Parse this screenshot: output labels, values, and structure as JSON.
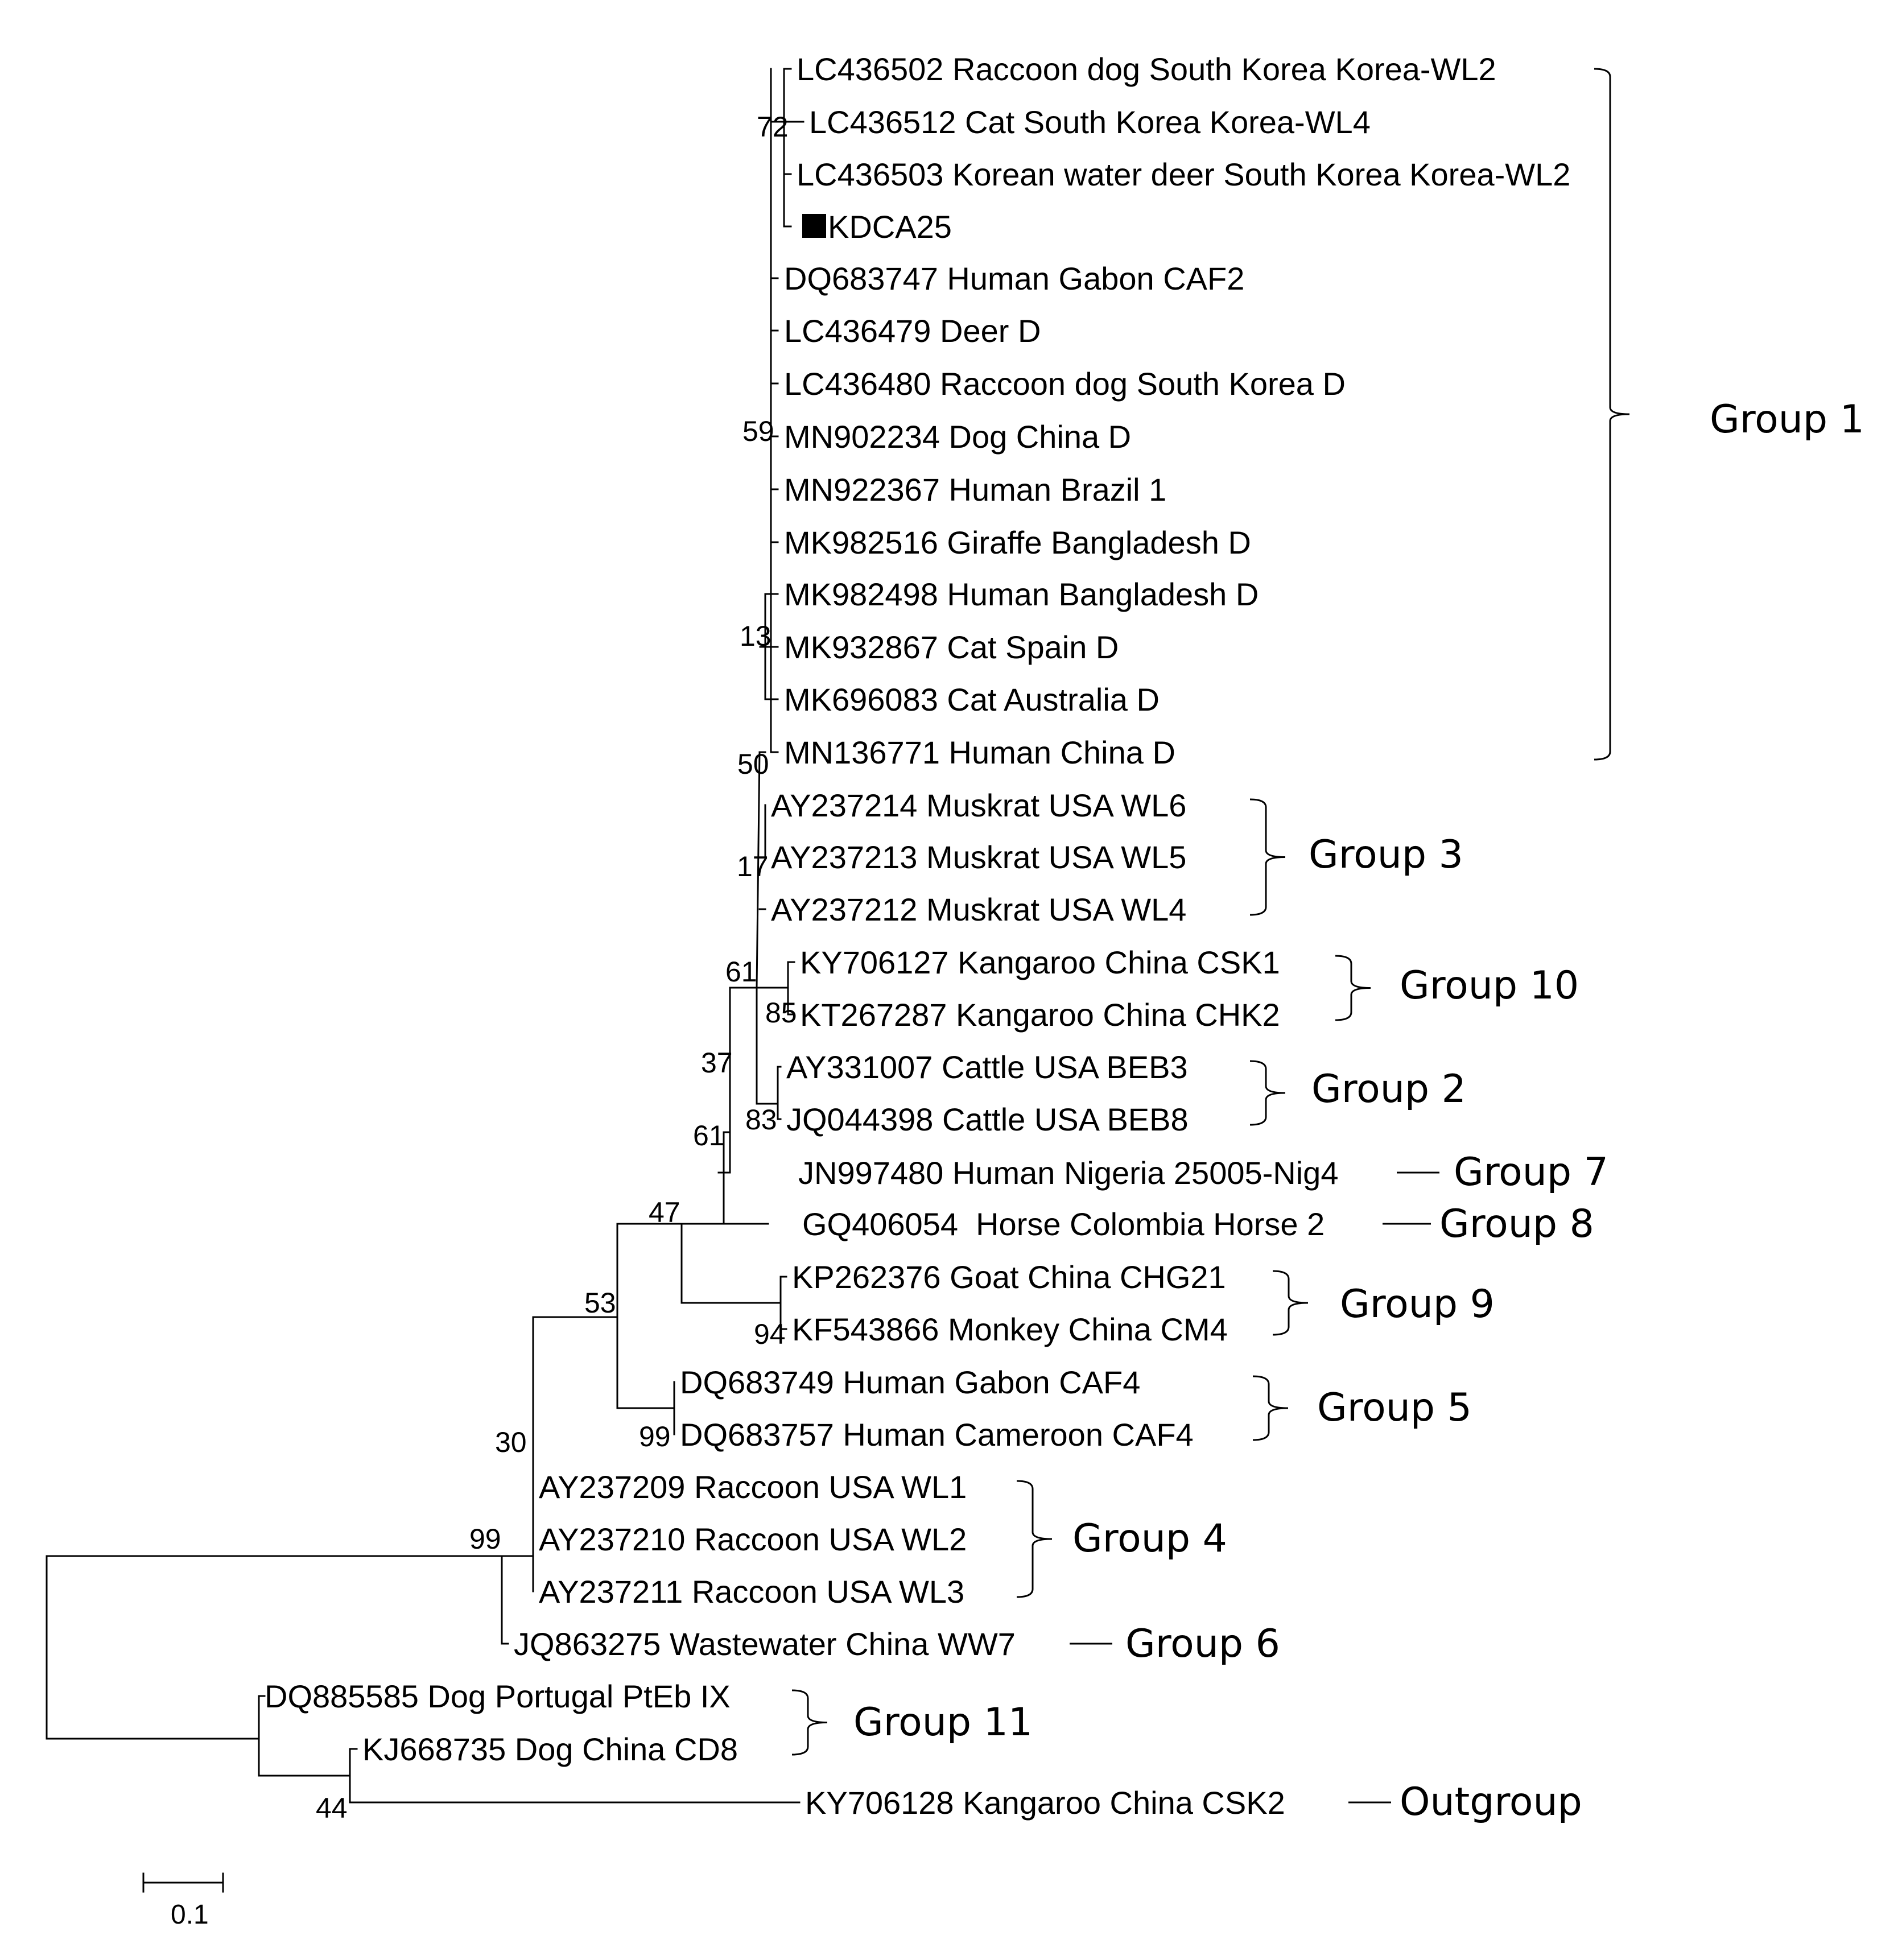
{
  "leaves": [
    {
      "label": "LC436502 Raccoon dog South Korea Korea-WL2"
    },
    {
      "label": "LC436512 Cat South Korea Korea-WL4"
    },
    {
      "label": "LC436503 Korean water deer South Korea Korea-WL2"
    },
    {
      "label": "KDCA25",
      "marker": "black-square"
    },
    {
      "label": "DQ683747 Human Gabon CAF2"
    },
    {
      "label": "LC436479 Deer D"
    },
    {
      "label": "LC436480 Raccoon dog South Korea D"
    },
    {
      "label": "MN902234 Dog China D"
    },
    {
      "label": "MN922367 Human Brazil 1"
    },
    {
      "label": "MK982516 Giraffe Bangladesh D"
    },
    {
      "label": "MK982498 Human Bangladesh D"
    },
    {
      "label": "MK932867 Cat Spain D"
    },
    {
      "label": "MK696083 Cat Australia D"
    },
    {
      "label": "MN136771 Human China D"
    },
    {
      "label": "AY237214 Muskrat USA WL6"
    },
    {
      "label": "AY237213 Muskrat USA WL5"
    },
    {
      "label": "AY237212 Muskrat USA WL4"
    },
    {
      "label": "KY706127 Kangaroo China CSK1"
    },
    {
      "label": "KT267287 Kangaroo China CHK2"
    },
    {
      "label": "AY331007 Cattle USA BEB3"
    },
    {
      "label": "JQ044398 Cattle USA BEB8"
    },
    {
      "label": "JN997480 Human Nigeria 25005-Nig4"
    },
    {
      "label": "GQ406054  Horse Colombia Horse 2"
    },
    {
      "label": "KP262376 Goat China CHG21"
    },
    {
      "label": "KF543866 Monkey China CM4"
    },
    {
      "label": "DQ683749 Human Gabon CAF4"
    },
    {
      "label": "DQ683757 Human Cameroon CAF4"
    },
    {
      "label": "AY237209 Raccoon USA WL1"
    },
    {
      "label": "AY237210 Raccoon USA WL2"
    },
    {
      "label": "AY237211 Raccoon USA WL3"
    },
    {
      "label": "JQ863275 Wastewater China WW7"
    },
    {
      "label": "DQ885585 Dog Portugal PtEb IX"
    },
    {
      "label": "KJ668735 Dog China CD8"
    },
    {
      "label": "KY706128 Kangaroo China CSK2"
    }
  ],
  "bootstrap": [
    "72",
    "59",
    "13",
    "50",
    "17",
    "61",
    "85",
    "37",
    "83",
    "61",
    "47",
    "94",
    "53",
    "99",
    "30",
    "99",
    "44"
  ],
  "groups": [
    {
      "name": "Group 1",
      "first_leaf": 0,
      "last_leaf": 13
    },
    {
      "name": "Group 3",
      "first_leaf": 14,
      "last_leaf": 16
    },
    {
      "name": "Group 10",
      "first_leaf": 17,
      "last_leaf": 18
    },
    {
      "name": "Group 2",
      "first_leaf": 19,
      "last_leaf": 20
    },
    {
      "name": "Group 7",
      "first_leaf": 21,
      "last_leaf": 21
    },
    {
      "name": "Group 8",
      "first_leaf": 22,
      "last_leaf": 22
    },
    {
      "name": "Group 9",
      "first_leaf": 23,
      "last_leaf": 24
    },
    {
      "name": "Group 5",
      "first_leaf": 25,
      "last_leaf": 26
    },
    {
      "name": "Group 4",
      "first_leaf": 27,
      "last_leaf": 29
    },
    {
      "name": "Group 6",
      "first_leaf": 30,
      "last_leaf": 30
    },
    {
      "name": "Group 11",
      "first_leaf": 31,
      "last_leaf": 32
    },
    {
      "name": "Outgroup",
      "first_leaf": 33,
      "last_leaf": 33
    }
  ],
  "scale": {
    "label": "0.1"
  },
  "colors": {
    "ink": "#000000",
    "background": "#ffffff"
  }
}
